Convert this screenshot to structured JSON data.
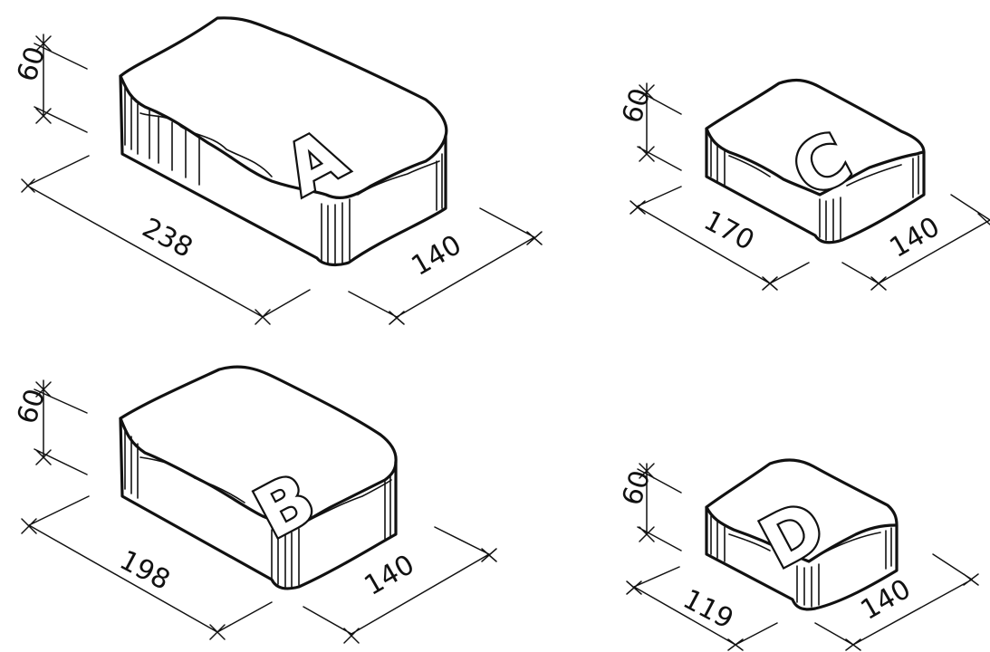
{
  "figure": {
    "blocks": [
      {
        "id": "A",
        "label": "A",
        "length": "238",
        "width": "140",
        "height": "60"
      },
      {
        "id": "B",
        "label": "B",
        "length": "198",
        "width": "140",
        "height": "60"
      },
      {
        "id": "C",
        "label": "C",
        "length": "170",
        "width": "140",
        "height": "60"
      },
      {
        "id": "D",
        "label": "D",
        "length": "119",
        "width": "140",
        "height": "60"
      }
    ]
  }
}
